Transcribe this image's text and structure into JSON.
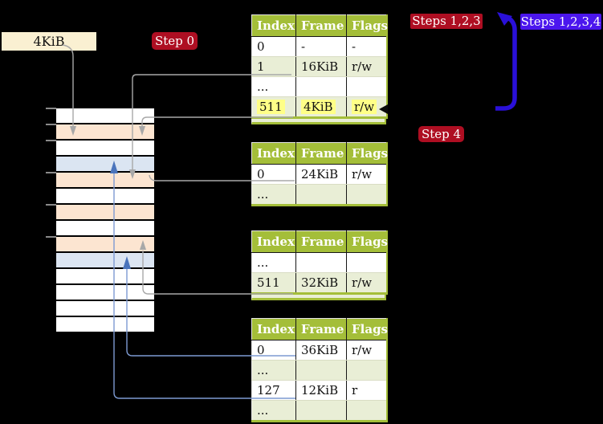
{
  "diagram": {
    "frame_box": {
      "label": "4KiB"
    },
    "step_labels": [
      {
        "id": "step0",
        "text": "Step 0"
      },
      {
        "id": "steps123",
        "text": "Steps 1,2,3"
      },
      {
        "id": "steps1234",
        "text": "Steps 1,2,3,4"
      },
      {
        "id": "step4",
        "text": "Step 4"
      }
    ],
    "tables": [
      {
        "id": "table-top",
        "headers": [
          "Index",
          "Frame",
          "Flags"
        ],
        "rows": [
          {
            "cells": [
              "0",
              "-",
              "-"
            ],
            "shaded": false,
            "highlighted": false
          },
          {
            "cells": [
              "1",
              "16KiB",
              "r/w"
            ],
            "shaded": true,
            "highlighted": false
          },
          {
            "cells": [
              "...",
              "",
              ""
            ],
            "shaded": false,
            "highlighted": false
          },
          {
            "cells": [
              "511",
              "4KiB",
              "r/w"
            ],
            "shaded": true,
            "highlighted": true
          }
        ],
        "clipped_extra_row": true
      },
      {
        "id": "table-second",
        "headers": [
          "Index",
          "Frame",
          "Flags"
        ],
        "rows": [
          {
            "cells": [
              "0",
              "24KiB",
              "r/w"
            ],
            "shaded": false,
            "highlighted": false
          },
          {
            "cells": [
              "...",
              "",
              ""
            ],
            "shaded": true,
            "highlighted": false
          }
        ],
        "clipped_extra_row": false
      },
      {
        "id": "table-third",
        "headers": [
          "Index",
          "Frame",
          "Flags"
        ],
        "rows": [
          {
            "cells": [
              "...",
              "",
              ""
            ],
            "shaded": false,
            "highlighted": false
          },
          {
            "cells": [
              "511",
              "32KiB",
              "r/w"
            ],
            "shaded": true,
            "highlighted": false
          }
        ],
        "clipped_extra_row": true
      },
      {
        "id": "table-bottom",
        "headers": [
          "Index",
          "Frame",
          "Flags"
        ],
        "rows": [
          {
            "cells": [
              "0",
              "36KiB",
              "r/w"
            ],
            "shaded": false,
            "highlighted": false
          },
          {
            "cells": [
              "...",
              "",
              ""
            ],
            "shaded": true,
            "highlighted": false
          },
          {
            "cells": [
              "127",
              "12KiB",
              "r"
            ],
            "shaded": false,
            "highlighted": false
          },
          {
            "cells": [
              "...",
              "",
              ""
            ],
            "shaded": true,
            "highlighted": false
          }
        ],
        "clipped_extra_row": false
      }
    ],
    "memory_column": {
      "rows": [
        "white",
        "peach",
        "white",
        "blue",
        "peach",
        "white",
        "peach",
        "white",
        "peach",
        "blue",
        "white",
        "white",
        "white",
        "white"
      ],
      "tick_count": 6
    },
    "colors": {
      "background": "#000000",
      "table_header_green": "#a4be39",
      "table_row_shaded": "#e9eed6",
      "highlight_yellow": "#ffff87",
      "frame_box_bg": "#faf0d2",
      "red_label": "#ae0e22",
      "blue_label": "#4b16ee",
      "big_arrow_blue": "#2a10d8",
      "gray_connector": "#a8a8a8",
      "blue_connector": "#7d9ad2",
      "blue_arrowhead": "#4a74bc",
      "row_peach": "#fce5d1",
      "row_blue": "#dbe5f2",
      "row_white": "#ffffff"
    }
  }
}
